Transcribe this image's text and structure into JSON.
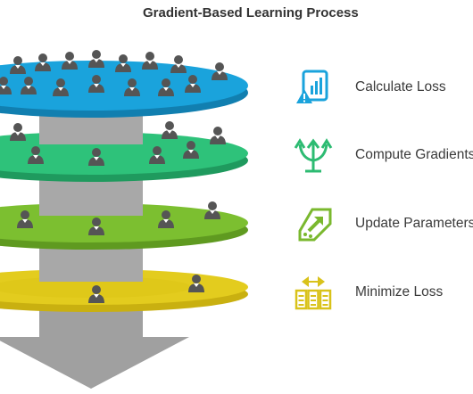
{
  "title": "Gradient-Based Learning Process",
  "steps": [
    {
      "label": "Calculate Loss",
      "icon": "loss-warning-icon",
      "color": "#1aa3dc"
    },
    {
      "label": "Compute Gradients",
      "icon": "gradient-arrows-icon",
      "color": "#2dbb72"
    },
    {
      "label": "Update Parameters",
      "icon": "update-arrow-icon",
      "color": "#7ab82e"
    },
    {
      "label": "Minimize Loss",
      "icon": "minimize-blocks-icon",
      "color": "#d9c21a"
    }
  ],
  "colors": {
    "layer_blue": "#1aa3dc",
    "layer_green": "#2ec27a",
    "layer_lime": "#7cbf30",
    "layer_yellow": "#e3cc1e",
    "column": "#a8a8a8",
    "person": "#555555"
  }
}
